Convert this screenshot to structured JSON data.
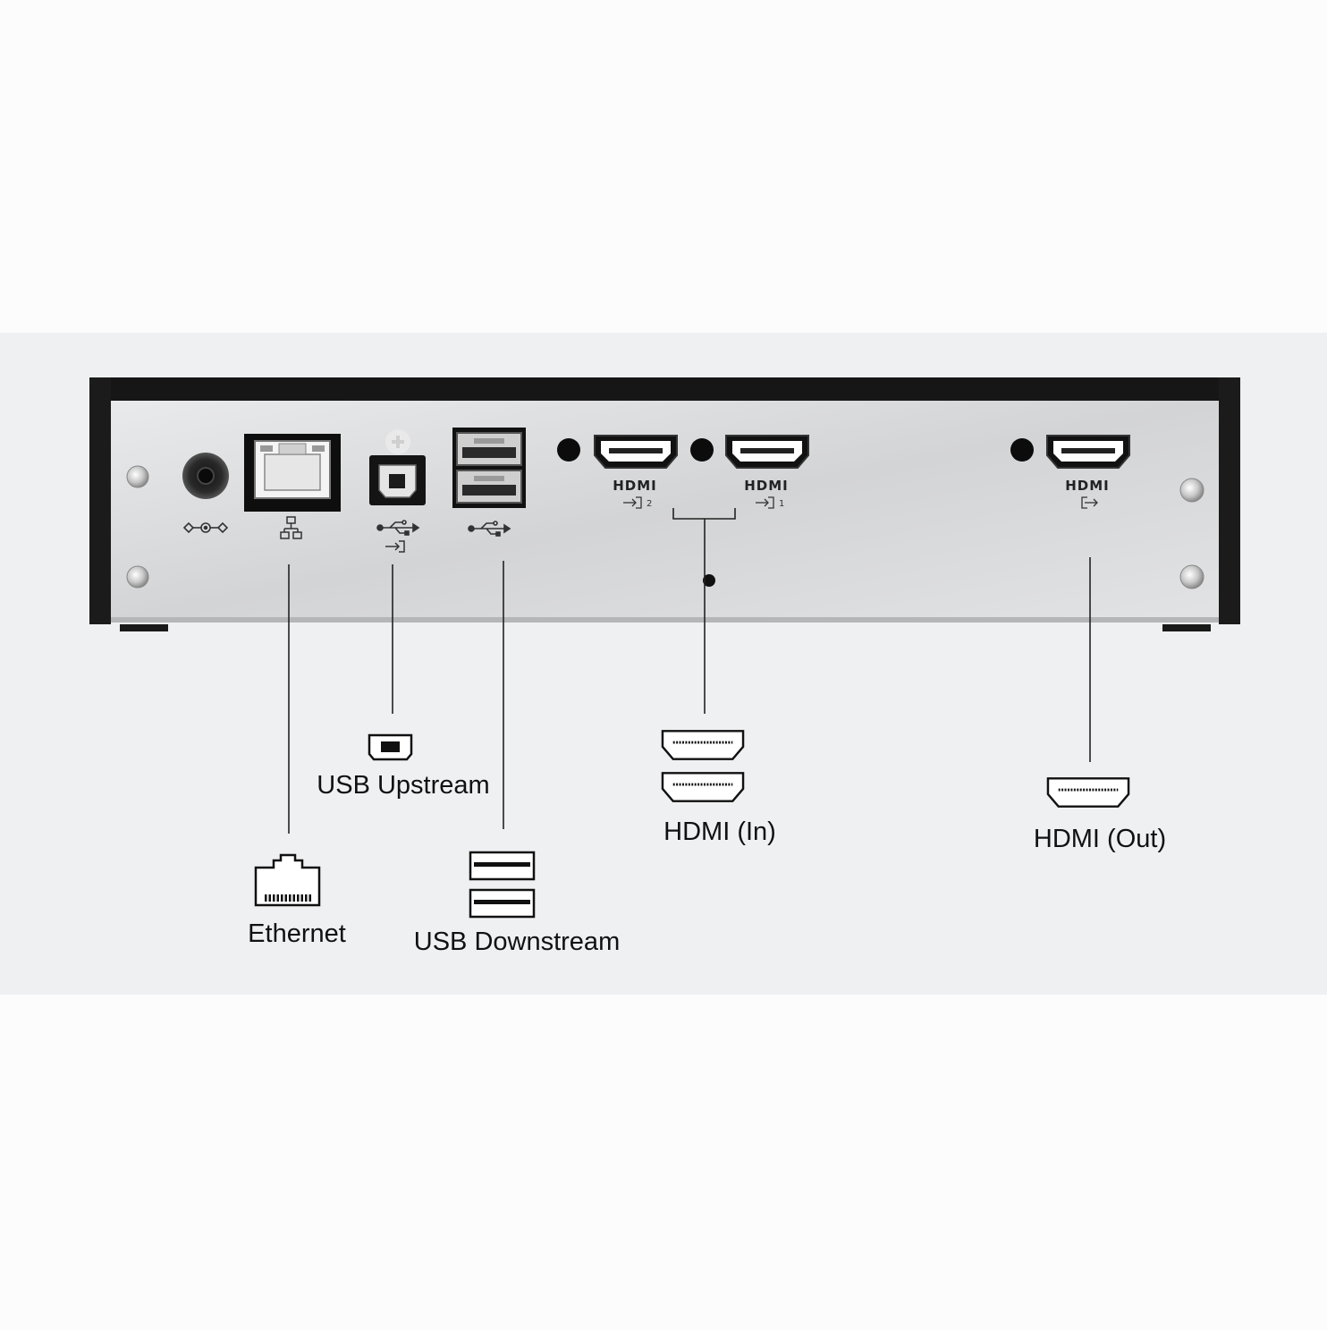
{
  "ports": {
    "hdmi_in_2": {
      "brand": "HDMI",
      "number": "2"
    },
    "hdmi_in_1": {
      "brand": "HDMI",
      "number": "1"
    },
    "hdmi_out": {
      "brand": "HDMI"
    }
  },
  "callouts": {
    "usb_upstream": "USB Upstream",
    "ethernet": "Ethernet",
    "usb_downstream": "USB Downstream",
    "hdmi_in": "HDMI (In)",
    "hdmi_out": "HDMI (Out)"
  },
  "icons": {
    "power": "dc-power-icon",
    "network": "network-icon",
    "usb": "usb-icon",
    "input_arrow": "input-arrow-icon",
    "output_arrow": "output-arrow-icon",
    "usb_b": "usb-b-connector-icon",
    "rj45": "rj45-connector-icon",
    "usb_a": "usb-a-connector-icon",
    "hdmi": "hdmi-connector-icon"
  },
  "colors": {
    "background": "#fcfcfc",
    "band": "#eff0f2",
    "chassis": "#1a1a1a",
    "panel": "#d8d9da",
    "line": "#222222"
  }
}
